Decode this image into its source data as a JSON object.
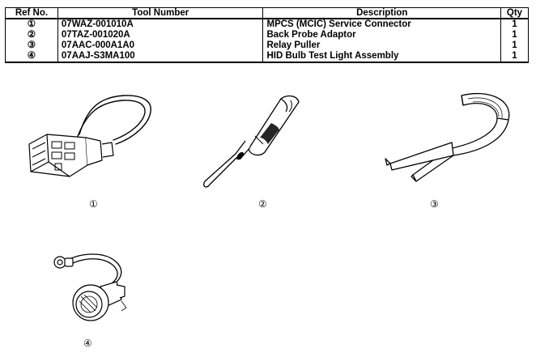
{
  "table": {
    "headers": {
      "ref": "Ref No.",
      "tool": "Tool Number",
      "desc": "Description",
      "qty": "Qty"
    },
    "rows": [
      {
        "ref": "①",
        "tool": "07WAZ-001010A",
        "desc": "MPCS (MCIC) Service Connector",
        "qty": "1"
      },
      {
        "ref": "②",
        "tool": "07TAZ-001020A",
        "desc": "Back Probe Adaptor",
        "qty": "1"
      },
      {
        "ref": "③",
        "tool": "07AAC-000A1A0",
        "desc": "Relay Puller",
        "qty": "1"
      },
      {
        "ref": "④",
        "tool": "07AAJ-S3MA100",
        "desc": "HID Bulb Test Light Assembly",
        "qty": "1"
      }
    ]
  },
  "figures": {
    "callout_1": "①",
    "callout_2": "②",
    "callout_3": "③",
    "callout_4": "④"
  },
  "illustrations": [
    "service-connector-drawing",
    "back-probe-adaptor-drawing",
    "relay-puller-drawing",
    "hid-test-light-drawing"
  ]
}
